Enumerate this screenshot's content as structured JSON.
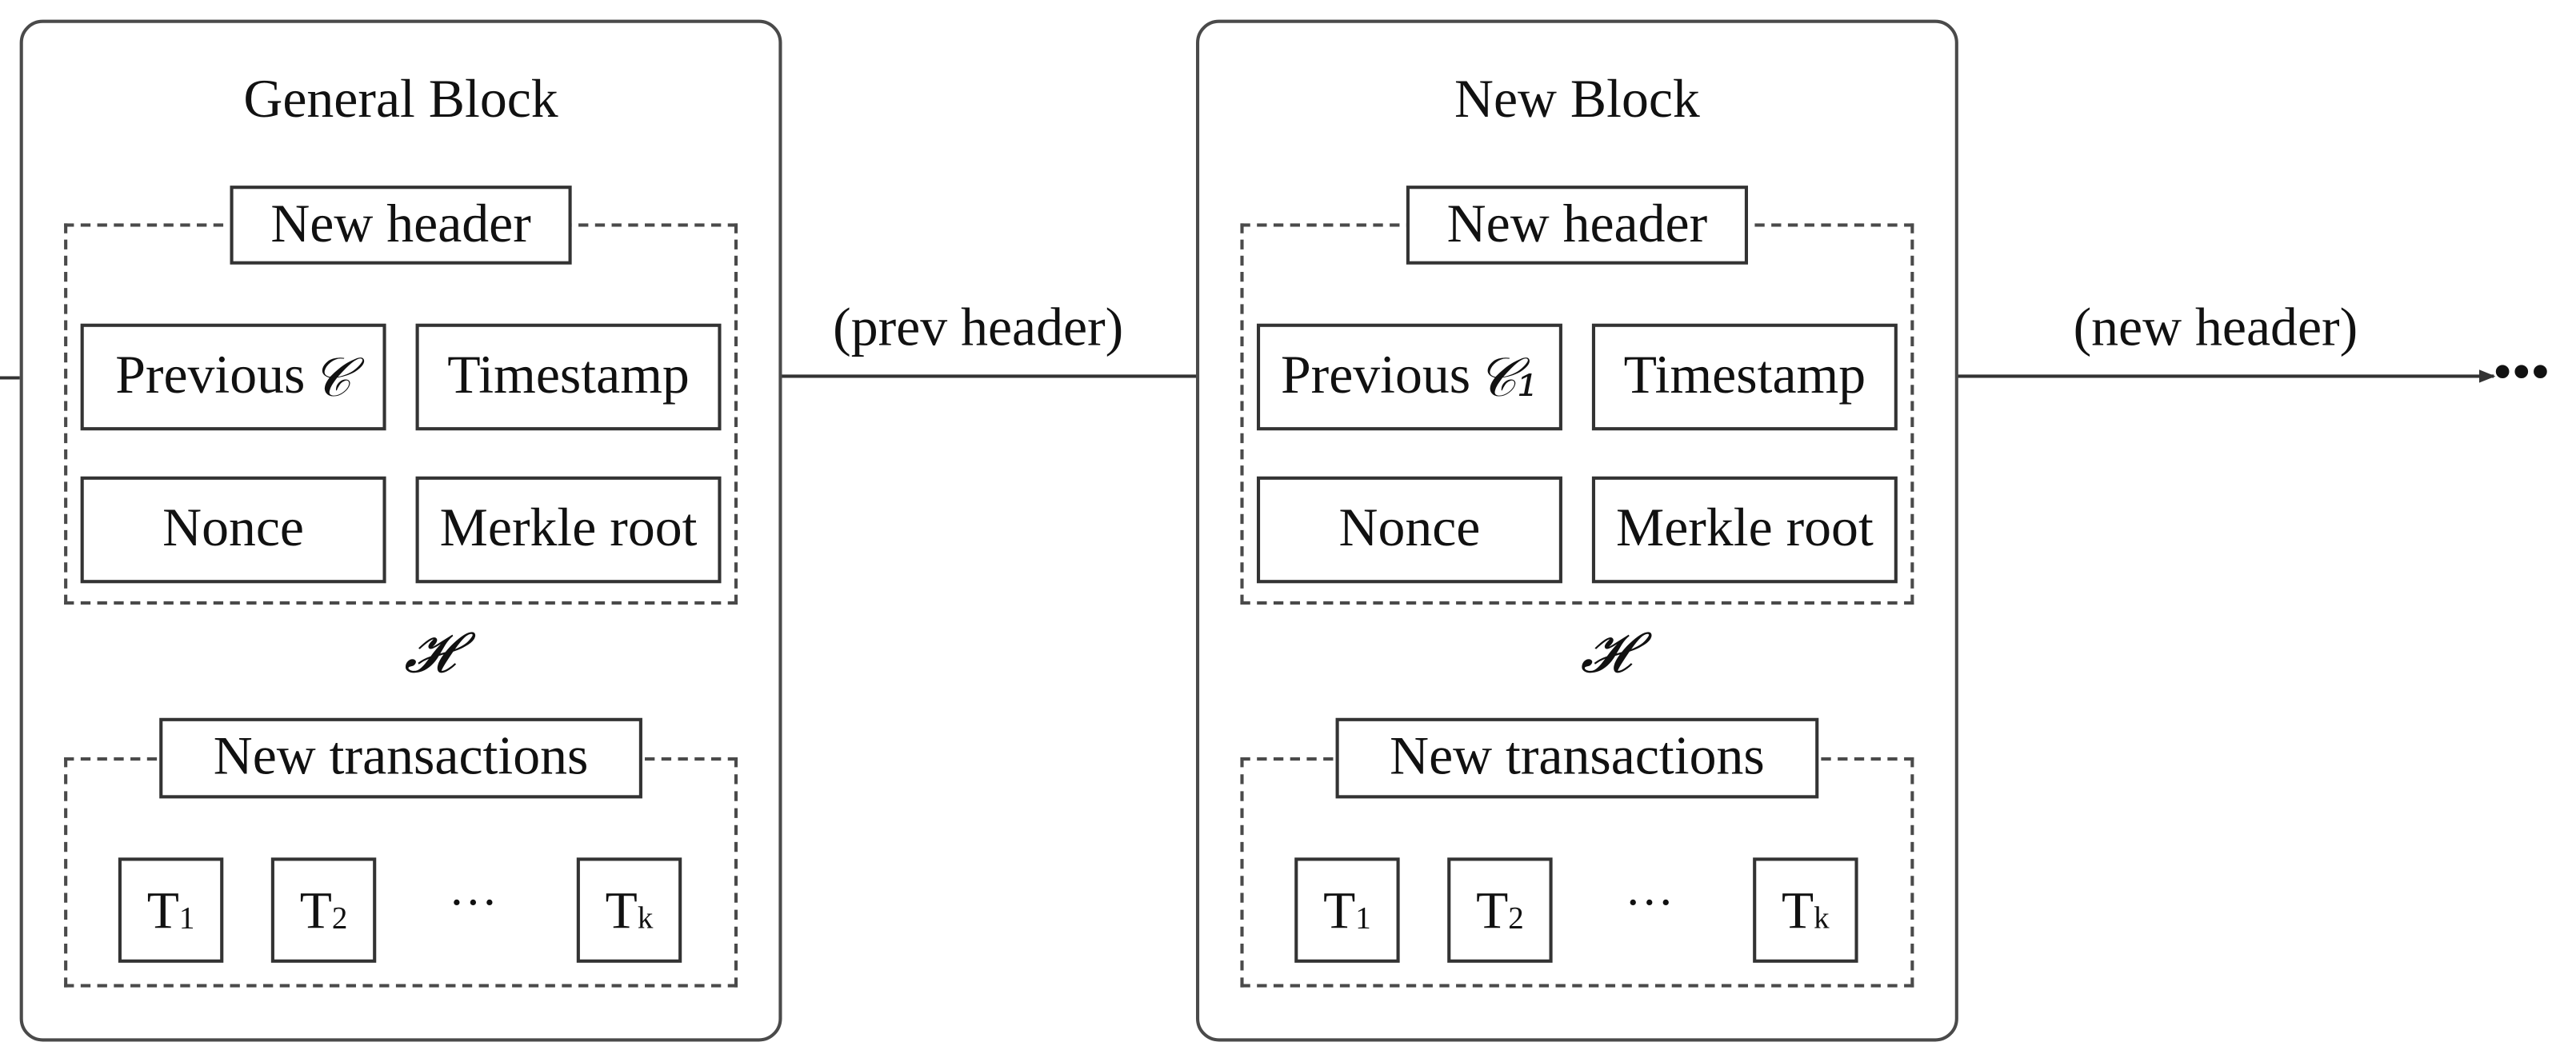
{
  "blocks": [
    {
      "title": "General Block",
      "header_label": "New header",
      "fields": {
        "previous": "Previous",
        "previous_symbol": "𝒞",
        "timestamp": "Timestamp",
        "nonce": "Nonce",
        "merkle_root": "Merkle root"
      },
      "hash_symbol": "𝓗",
      "transactions_label": "New transactions",
      "transactions": [
        {
          "base": "T",
          "sub": "1"
        },
        {
          "base": "T",
          "sub": "2"
        },
        {
          "base": "T",
          "sub": "k"
        }
      ],
      "ellipsis": "···"
    },
    {
      "title": "New Block",
      "header_label": "New header",
      "fields": {
        "previous": "Previous",
        "previous_symbol": "𝒞₁",
        "timestamp": "Timestamp",
        "nonce": "Nonce",
        "merkle_root": "Merkle root"
      },
      "hash_symbol": "𝓗",
      "transactions_label": "New transactions",
      "transactions": [
        {
          "base": "T",
          "sub": "1"
        },
        {
          "base": "T",
          "sub": "2"
        },
        {
          "base": "T",
          "sub": "k"
        }
      ],
      "ellipsis": "···"
    }
  ],
  "edges": {
    "prev_label": "(prev header)",
    "next_label": "(new header)",
    "continuation": "•••"
  }
}
